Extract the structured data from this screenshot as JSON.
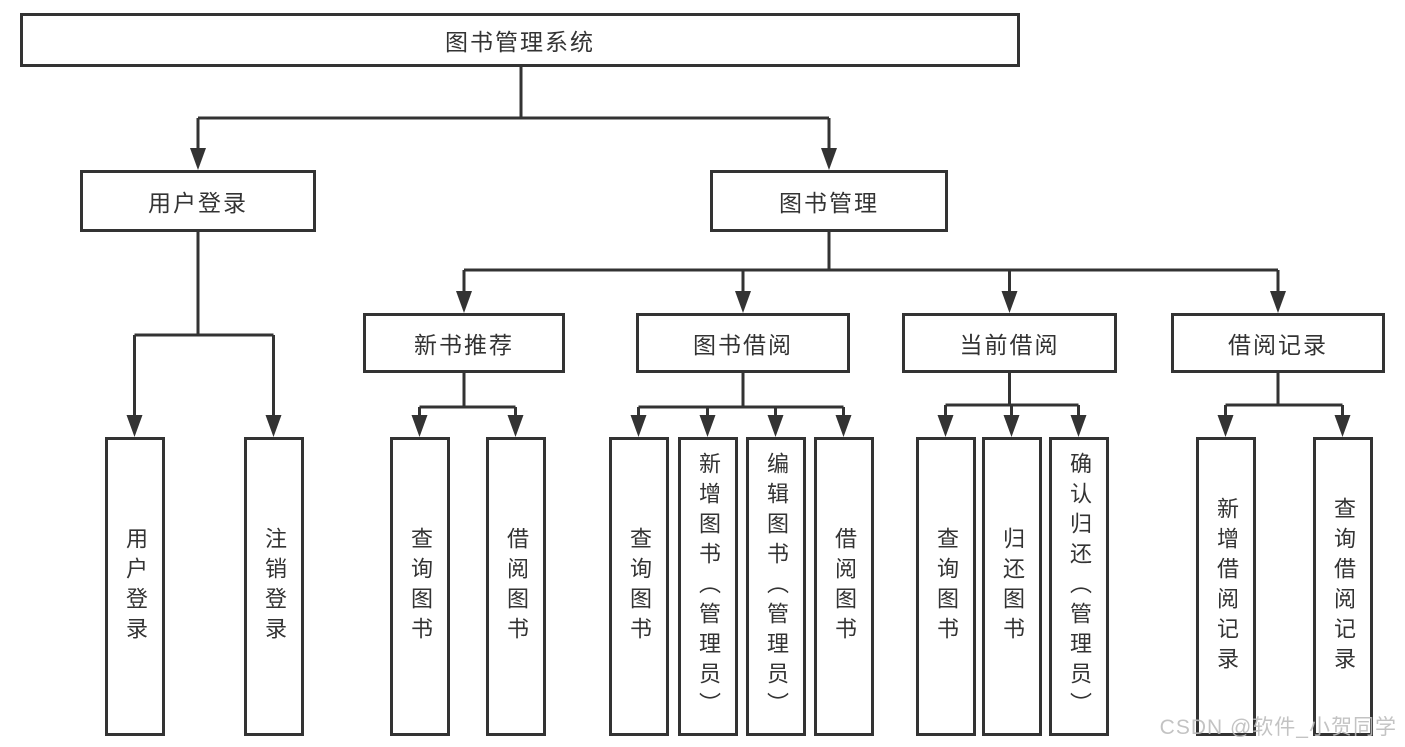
{
  "watermark": "CSDN @软件_小贺同学",
  "tree": {
    "root": {
      "label": "图书管理系统",
      "children": [
        {
          "label": "用户登录",
          "children": [
            {
              "label": "用户登录"
            },
            {
              "label": "注销登录"
            }
          ]
        },
        {
          "label": "图书管理",
          "children": [
            {
              "label": "新书推荐",
              "children": [
                {
                  "label": "查询图书"
                },
                {
                  "label": "借阅图书"
                }
              ]
            },
            {
              "label": "图书借阅",
              "children": [
                {
                  "label": "查询图书"
                },
                {
                  "label": "新增图书（管理员）"
                },
                {
                  "label": "编辑图书（管理员）"
                },
                {
                  "label": "借阅图书"
                }
              ]
            },
            {
              "label": "当前借阅",
              "children": [
                {
                  "label": "查询图书"
                },
                {
                  "label": "归还图书"
                },
                {
                  "label": "确认归还（管理员）"
                }
              ]
            },
            {
              "label": "借阅记录",
              "children": [
                {
                  "label": "新增借阅记录"
                },
                {
                  "label": "查询借阅记录"
                }
              ]
            }
          ]
        }
      ]
    }
  },
  "colors": {
    "line": "#333333",
    "text": "#333333",
    "watermark": "#bdbdbd",
    "background": "#ffffff"
  }
}
